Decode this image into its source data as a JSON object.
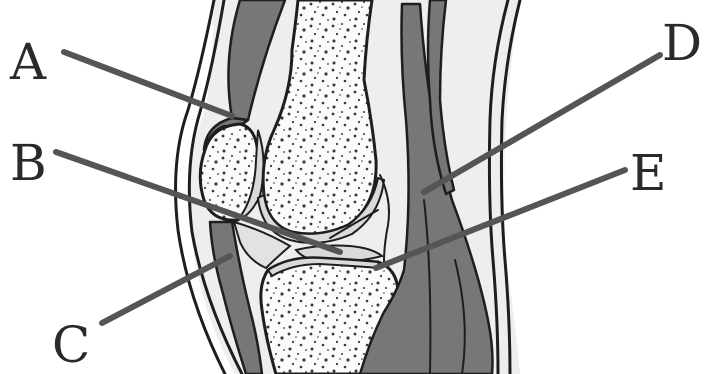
{
  "labels": [
    {
      "id": "A",
      "text": "A"
    },
    {
      "id": "B",
      "text": "B"
    },
    {
      "id": "C",
      "text": "C"
    },
    {
      "id": "D",
      "text": "D"
    },
    {
      "id": "E",
      "text": "E"
    }
  ],
  "colors": {
    "outline": "#1e1e1e",
    "muscle": "#777777",
    "leader": "#555555",
    "cartilage": "#dadada",
    "background": "#ffffff"
  }
}
